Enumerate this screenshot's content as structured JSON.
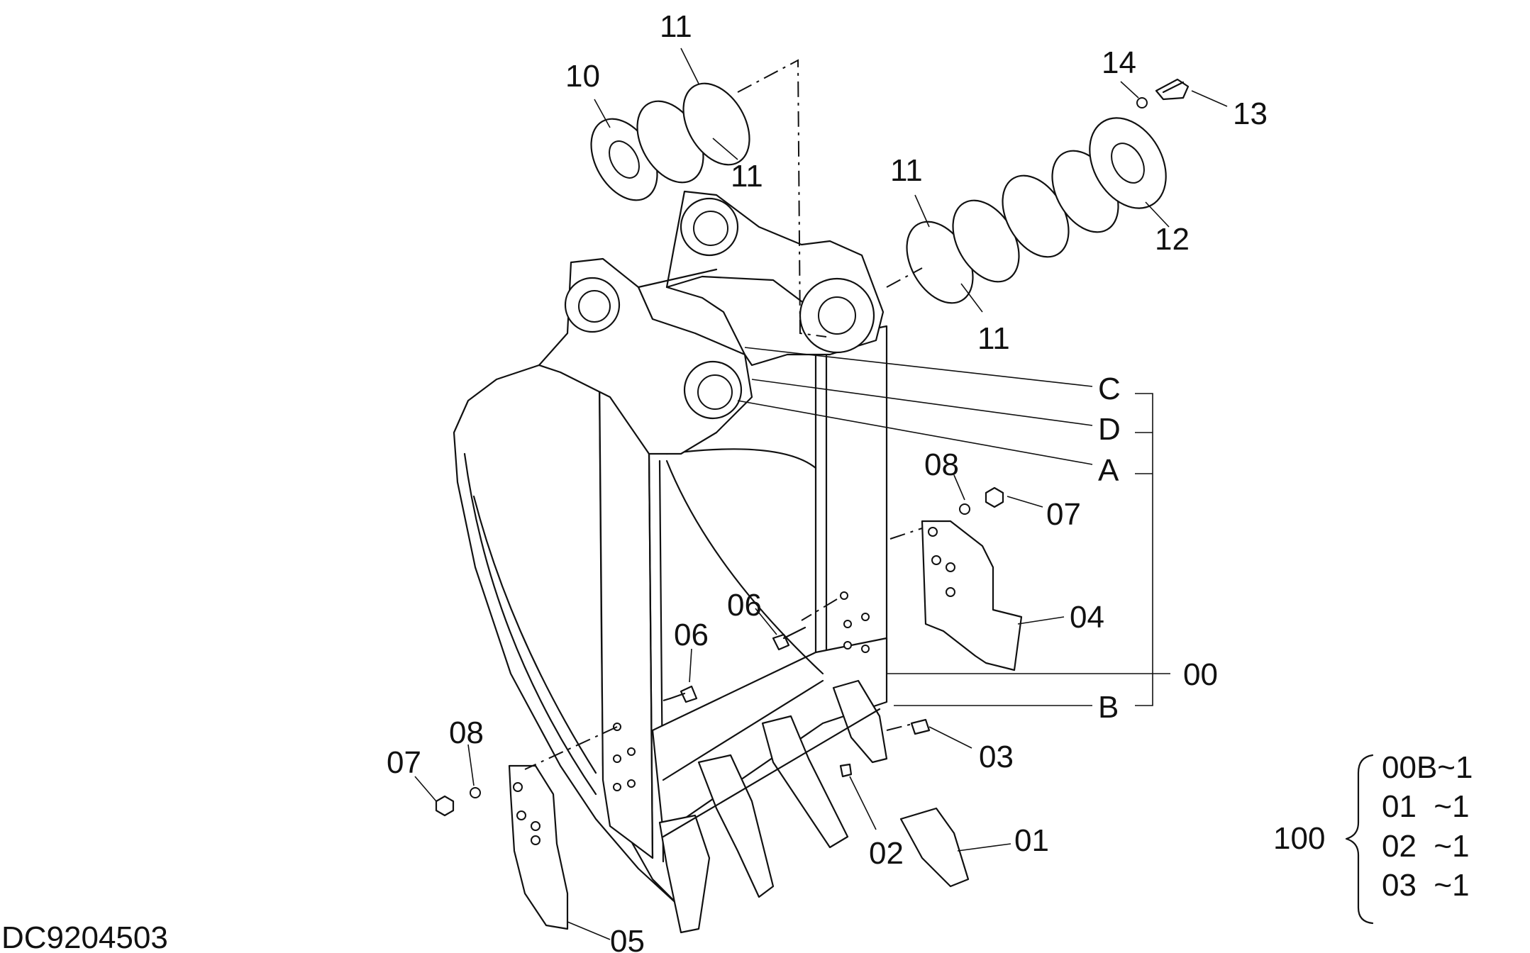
{
  "diagram_code": "DC9204503",
  "callouts": {
    "c10": "10",
    "c11_top": "11",
    "c11_mid": "11",
    "c11_right_top": "11",
    "c11_right_bot": "11",
    "c14": "14",
    "c13": "13",
    "c12": "12",
    "cC": "C",
    "cD": "D",
    "cA": "A",
    "cB": "B",
    "c00": "00",
    "c08_right": "08",
    "c07_right": "07",
    "c04": "04",
    "c06_upper": "06",
    "c06_lower": "06",
    "c03": "03",
    "c08_left": "08",
    "c07_left": "07",
    "c02": "02",
    "c01": "01",
    "c05": "05"
  },
  "kit": {
    "number": "100",
    "lines": [
      "00B~1",
      "01  ~1",
      "02  ~1",
      "03  ~1"
    ]
  }
}
